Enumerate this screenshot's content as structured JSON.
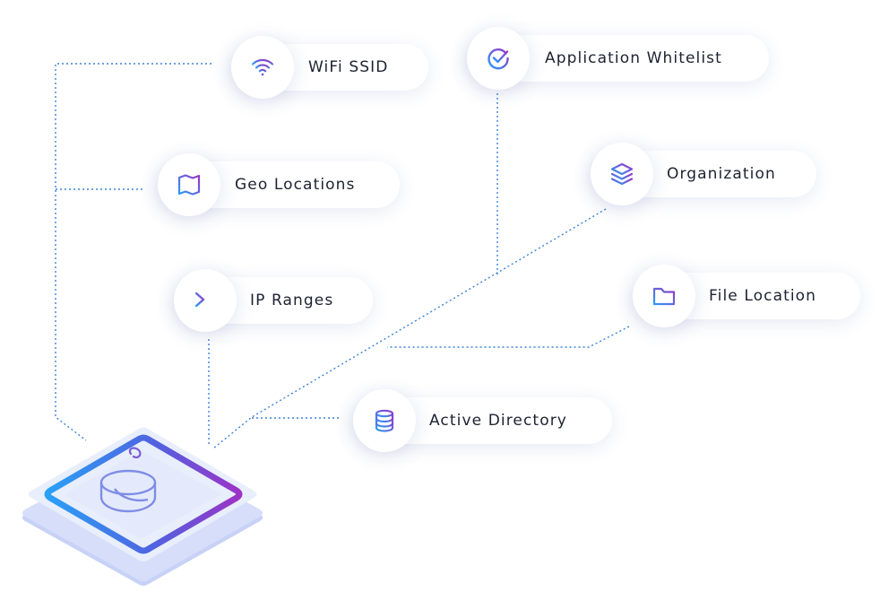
{
  "diagram": {
    "nodes": [
      {
        "id": "wifi",
        "label": "WiFi SSID",
        "icon": "wifi-icon"
      },
      {
        "id": "app",
        "label": "Application Whitelist",
        "icon": "check-circle-icon"
      },
      {
        "id": "geo",
        "label": "Geo Locations",
        "icon": "map-icon"
      },
      {
        "id": "org",
        "label": "Organization",
        "icon": "layers-icon"
      },
      {
        "id": "ip",
        "label": "IP Ranges",
        "icon": "terminal-icon"
      },
      {
        "id": "file",
        "label": "File Location",
        "icon": "folder-icon"
      },
      {
        "id": "ad",
        "label": "Active Directory",
        "icon": "database-icon"
      }
    ],
    "hub": {
      "icon": "database-icon"
    }
  },
  "colors": {
    "gradient_start": "#2a9cf5",
    "gradient_end": "#9a35c8",
    "connector": "#3b82d6"
  }
}
